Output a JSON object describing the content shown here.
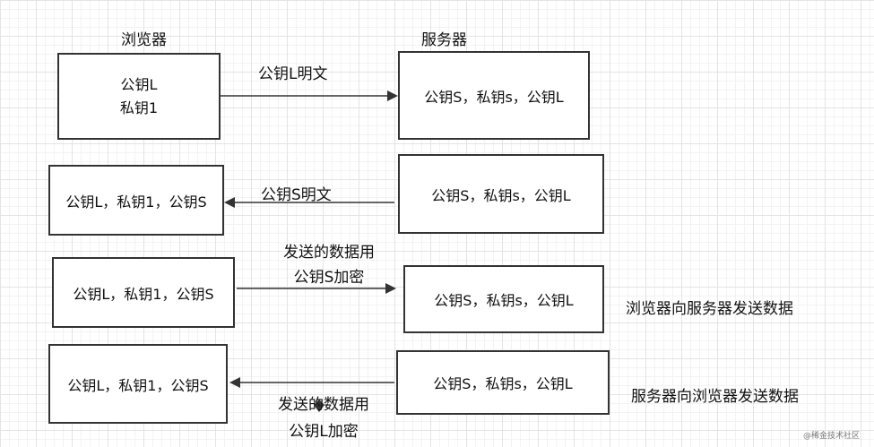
{
  "headers": {
    "browser": "浏览器",
    "server": "服务器"
  },
  "row1": {
    "browser_box": {
      "line1": "公钥L",
      "line2": "私钥1"
    },
    "arrow_label": "公钥L明文",
    "server_box": "公钥S，私钥s，公钥L"
  },
  "row2": {
    "browser_box": "公钥L，私钥1，公钥S",
    "arrow_label": "公钥S明文",
    "server_box": "公钥S，私钥s，公钥L"
  },
  "row3": {
    "browser_box": "公钥L，私钥1，公钥S",
    "arrow_label_1": "发送的数据用",
    "arrow_label_2": "公钥S加密",
    "server_box": "公钥S，私钥s，公钥L",
    "side_label": "浏览器向服务器发送数据"
  },
  "row4": {
    "browser_box": "公钥L，私钥1，公钥S",
    "arrow_label_1": "发送的数据用",
    "arrow_label_2": "公钥L加密",
    "server_box": "公钥S，私钥s，公钥L",
    "side_label": "服务器向浏览器发送数据"
  },
  "watermark": "@稀金技术社区"
}
